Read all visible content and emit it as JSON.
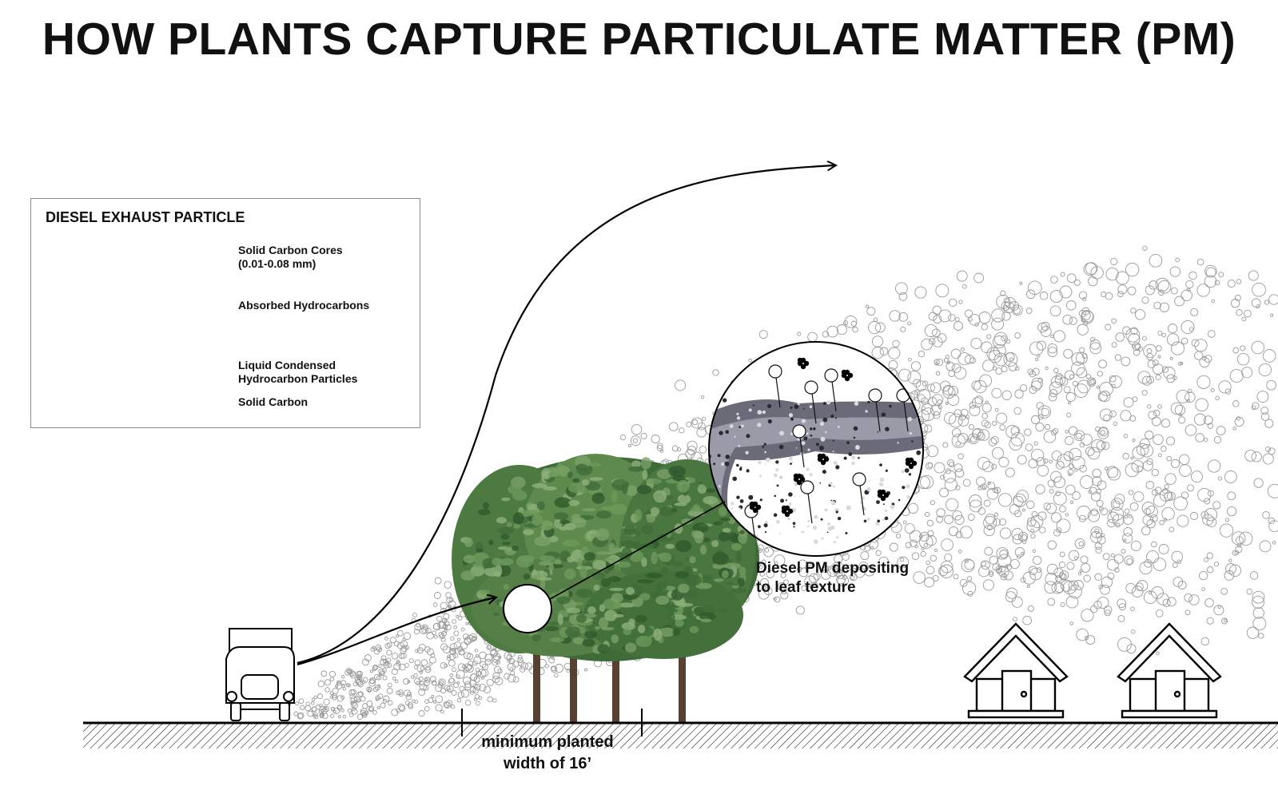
{
  "title": "HOW PLANTS CAPTURE PARTICULATE MATTER (PM)",
  "legend": {
    "title": "DIESEL EXHAUST PARTICLE",
    "items": [
      {
        "line1": "Solid Carbon Cores",
        "line2": "(0.01-0.08 mm)",
        "color": "#000000"
      },
      {
        "line1": "Absorbed Hydrocarbons",
        "line2": "",
        "color": "#888888"
      },
      {
        "line1": "Liquid Condensed",
        "line2": "Hydrocarbon Particles",
        "color": "#555555"
      },
      {
        "line1": "Solid Carbon",
        "line2": "",
        "color": "#ffffff"
      }
    ]
  },
  "callout": {
    "line1": "Diesel PM depositing",
    "line2": "to leaf texture"
  },
  "planting": {
    "line1": "minimum planted",
    "line2": "width of 16’"
  },
  "colors": {
    "tree_dark": "#3f6b38",
    "tree_mid": "#5f8a4e",
    "tree_light": "#8fb07a",
    "trunk": "#5a4030"
  }
}
